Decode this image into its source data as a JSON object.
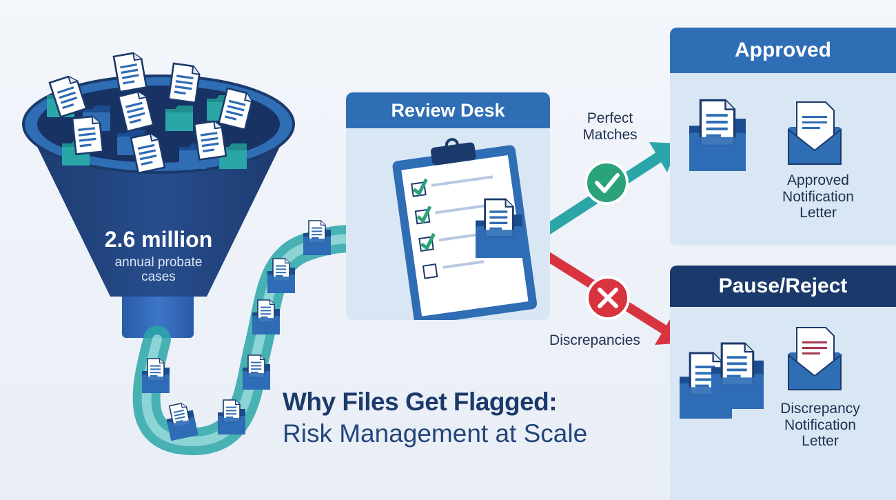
{
  "funnel": {
    "count": "2.6 million",
    "caption_line1": "annual probate",
    "caption_line2": "cases"
  },
  "review_desk": {
    "title": "Review Desk"
  },
  "routes": {
    "approved_label_line1": "Perfect",
    "approved_label_line2": "Matches",
    "rejected_label": "Discrepancies"
  },
  "approved_panel": {
    "title": "Approved",
    "letter_line1": "Approved",
    "letter_line2": "Notification",
    "letter_line3": "Letter"
  },
  "reject_panel": {
    "title": "Pause/Reject",
    "letter_line1": "Discrepancy",
    "letter_line2": "Notification",
    "letter_line3": "Letter"
  },
  "headline": {
    "line1": "Why Files Get Flagged:",
    "line2": "Risk Management at Scale"
  },
  "colors": {
    "navy": "#1b3a6b",
    "blue": "#2f6db5",
    "teal": "#2aa6a8",
    "green": "#2aa37a",
    "red": "#d8343f",
    "panel": "#d9e7f4"
  },
  "icons": [
    "document-icon",
    "folder-icon",
    "clipboard-icon",
    "checkmark-icon",
    "cross-icon",
    "envelope-icon",
    "arrow-icon"
  ]
}
